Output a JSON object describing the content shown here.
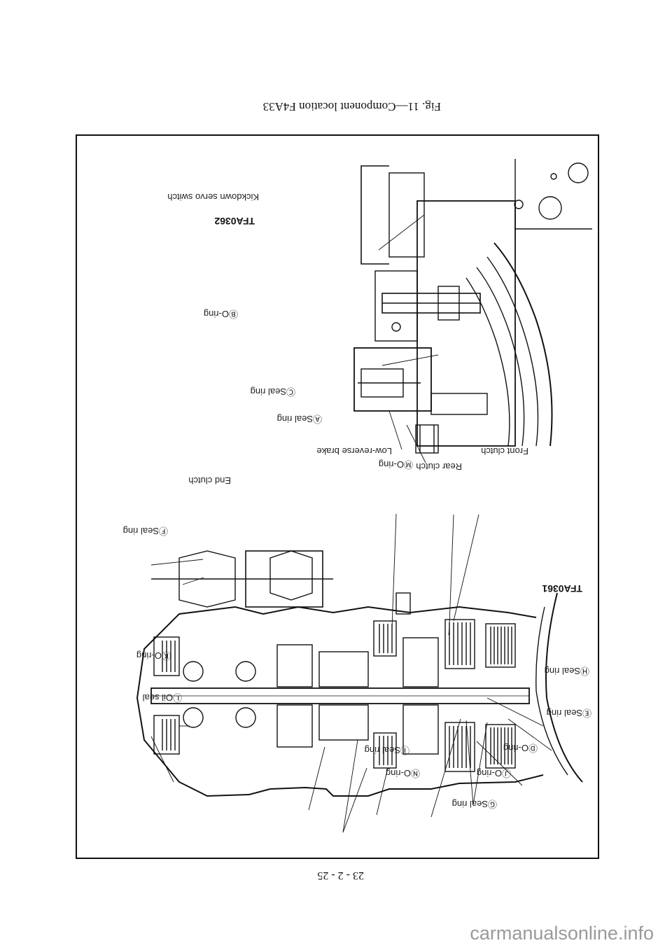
{
  "page_number": "23 - 2 - 25",
  "figure_caption": "Fig. 11—Component location F4A33",
  "top_drawing": {
    "code": "TFA0362",
    "labels": {
      "kickdown_servo_switch": "Kickdown servo switch",
      "b_o_ring": "ⒷO-ring",
      "c_seal_ring": "ⒸSeal ring",
      "a_seal_ring": "ⒶSeal ring"
    }
  },
  "bottom_drawing": {
    "code": "TFA0361",
    "labels": {
      "low_reverse_brake": "Low-reverse brake",
      "front_clutch": "Front clutch",
      "rear_clutch": "Rear clutch",
      "m_o_ring": "ⓂO-ring",
      "end_clutch": "End clutch",
      "f_seal_ring": "ⒻSeal ring",
      "k_o_ring": "ⓀO-ring",
      "l_oil_seal": "ⓁOil seal",
      "h_seal_ring": "ⒽSeal ring",
      "e_seal_ring": "ⒺSeal ring",
      "d_o_ring": "ⒹO-ring",
      "j_o_ring": "ⒿO-ring",
      "i_seal_ring": "ⒾSeal ring",
      "n_o_ring": "ⓃO-ring",
      "g_seal_ring": "ⒼSeal ring"
    }
  },
  "watermark": "carmanualsonline.info"
}
